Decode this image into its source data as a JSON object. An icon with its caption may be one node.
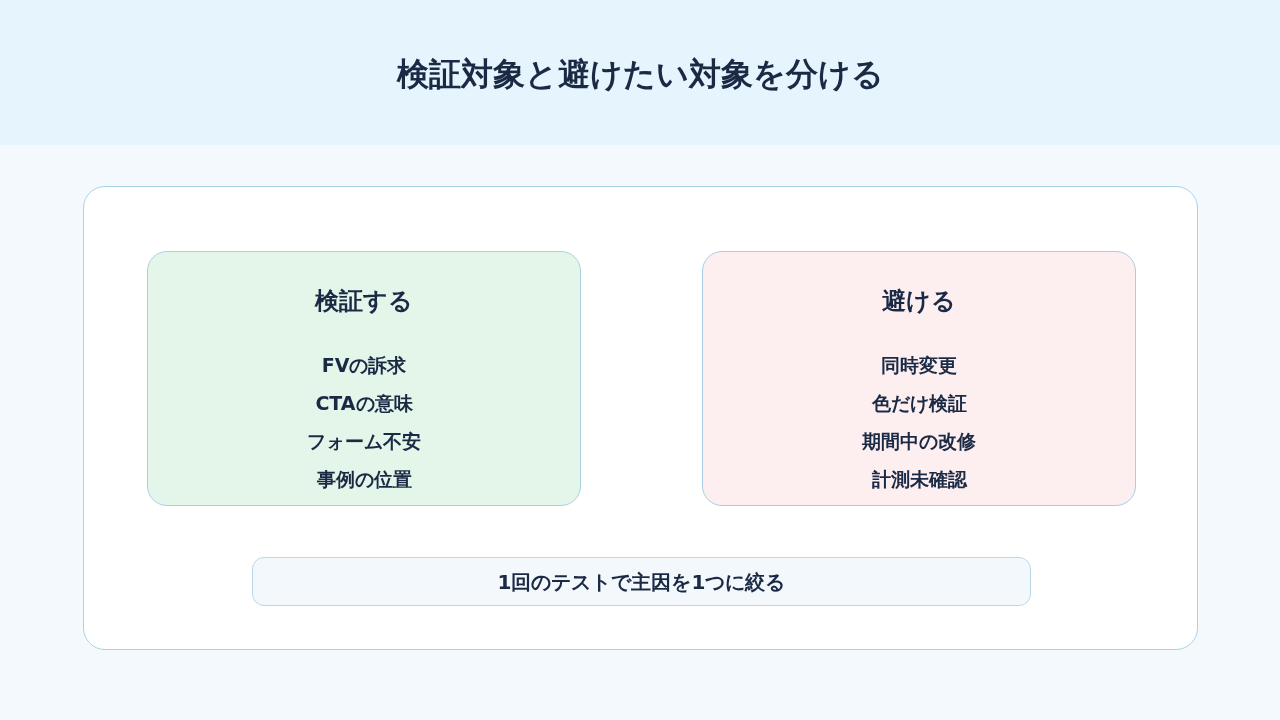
{
  "diagram": {
    "title": "検証対象と避けたい対象を分ける",
    "nodes": [
      {
        "text": [],
        "shape": "box"
      },
      {
        "text": [
          "検証する",
          "FVの訴求",
          "CTAの意味",
          "フォーム不安",
          "事例の位置"
        ],
        "in": 0
      },
      {
        "text": [
          "避ける",
          "同時変更",
          "色だけ検証",
          "期間中の改修",
          "計測未確認"
        ],
        "in": 0
      },
      {
        "text": [
          "1回のテストで主因を1つに絞る"
        ],
        "in": 0
      }
    ],
    "edges": []
  }
}
